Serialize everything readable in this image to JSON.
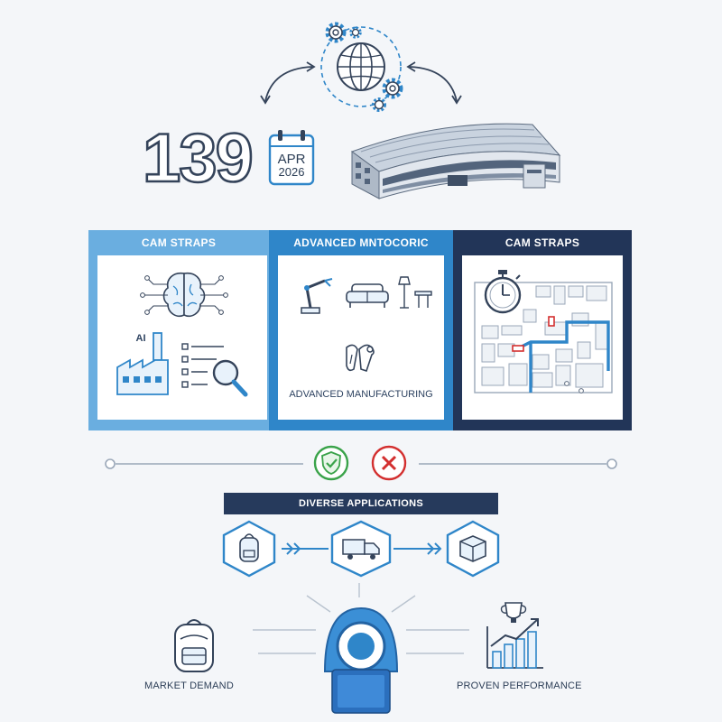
{
  "stat": {
    "number": "139",
    "month": "APR",
    "year": "2026"
  },
  "panels": [
    {
      "header": "CAM STRAPS",
      "color": "#6aaee0"
    },
    {
      "header": "ADVANCED MNTOCORIC",
      "color": "#2f86c9"
    },
    {
      "header": "CAM STRAPS",
      "color": "#223558"
    }
  ],
  "panel_texts": {
    "ai_label": "AI",
    "manufacturing_label": "ADVANCED MANUFACTURING"
  },
  "banner": "DIVERSE APPLICATIONS",
  "bottom": {
    "left_label": "MARKET DEMAND",
    "right_label": "PROVEN PERFORMANCE"
  },
  "colors": {
    "accent_blue": "#2f86c9",
    "navy": "#223558",
    "check_green": "#3aa34a",
    "cross_red": "#d32f2f"
  }
}
